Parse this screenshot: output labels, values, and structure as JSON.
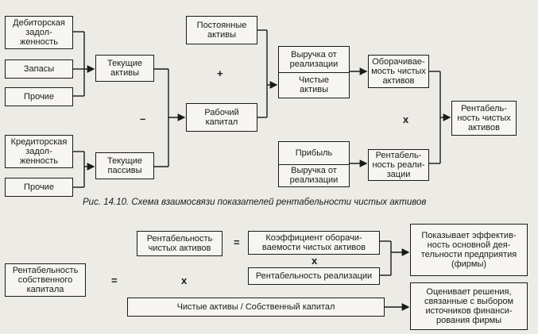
{
  "diagram": {
    "top": {
      "receivables": "Дебиторская\nзадол-\nженность",
      "inventory": "Запасы",
      "other_current": "Прочие",
      "current_assets": "Текущие\nактивы",
      "fixed_assets": "Постоянные\nактивы",
      "payables": "Кредиторская\nзадол-\nженность",
      "other_liab": "Прочие",
      "current_liabilities": "Текущие\nпассивы",
      "working_capital": "Рабочий\nкапитал",
      "turnover_top": "Выручка от\nреализации",
      "turnover_bottom": "Чистые\nактивы",
      "margin_top": "Прибыль",
      "margin_bottom": "Выручка от\nреализации",
      "asset_turnover": "Оборачивае-\nмость чистых\nактивов",
      "sales_profitability": "Рентабель-\nность реали-\nзации",
      "rona": "Рентабель-\nность чистых\nактивов",
      "op_plus": "+",
      "op_minus": "–",
      "op_times": "x"
    },
    "caption": "Рис. 14.10. Схема взаимосвязи показателей рентабельности чистых активов",
    "bottom": {
      "roe": "Рентабельность\nсобственного\nкапитала",
      "op_eq1": "=",
      "rona": "Рентабельность\nчистых активов",
      "op_eq2": "=",
      "turnover_coef": "Коэффициент оборачи-\nваемости чистых активов",
      "op_times1": "x",
      "sales_profitability": "Рентабельность реализации",
      "op_times2": "x",
      "leverage": "Чистые активы / Собственный капитал",
      "note1": "Показывает эффектив-\nность основной дея-\nтельности предприятия\n(фирмы)",
      "note2": "Оценивает решения,\nсвязанные с выбором\nисточников финанси-\nрования фирмы"
    }
  }
}
